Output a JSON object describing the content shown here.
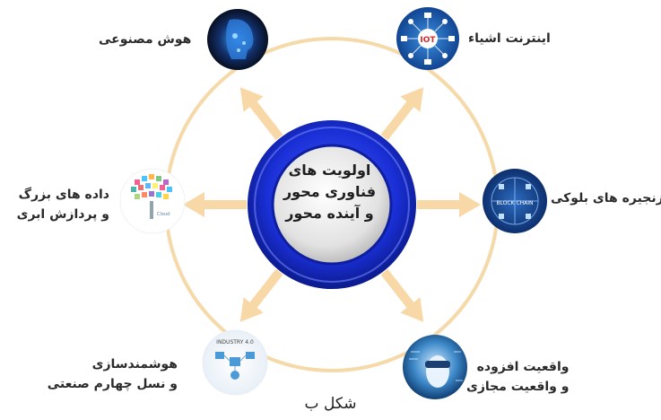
{
  "center": {
    "lines": [
      "اولویت های",
      "فناوری محور",
      "و آینده محور"
    ]
  },
  "nodes": {
    "ai": {
      "label": "هوش مصنوعی",
      "icon": "ai-head-icon"
    },
    "iot": {
      "label": "اینترنت اشیاء",
      "icon": "iot-network-icon"
    },
    "blockchain": {
      "label": "زنجیره های بلوکی",
      "icon": "blockchain-icon",
      "inner_text": "BLOCK CHAIN"
    },
    "ar": {
      "line1": "واقعیت افزوده",
      "line2": "و واقعیت مجازی",
      "icon": "vr-face-icon"
    },
    "industry": {
      "line1": "هوشمندسازی",
      "line2": "و نسل چهارم صنعتی",
      "icon": "industry-icon",
      "inner_text": "INDUSTRY 4.0"
    },
    "bigdata": {
      "line1": "داده های بزرگ",
      "line2": "و پردازش ابری",
      "icon": "cloud-tree-icon",
      "inner_text": "Cloud"
    }
  },
  "caption": "شکل ب",
  "colors": {
    "ring": "#f5d9a8",
    "arrow": "#f8d8a6",
    "center_outer": "#1a2fd6",
    "center_inner": "#e3e3e3",
    "node_blue": "#1c5fb5"
  }
}
